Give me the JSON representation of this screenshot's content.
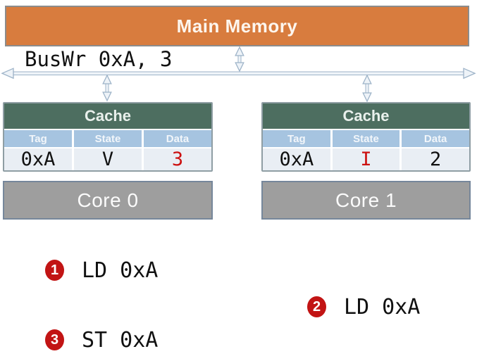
{
  "memory": {
    "label": "Main Memory"
  },
  "bus": {
    "label": "BusWr 0xA, 3"
  },
  "caches": [
    {
      "title": "Cache",
      "columns": [
        "Tag",
        "State",
        "Data"
      ],
      "row": {
        "tag": "0xA",
        "state": "V",
        "data": "3"
      },
      "highlighted_cell": "data"
    },
    {
      "title": "Cache",
      "columns": [
        "Tag",
        "State",
        "Data"
      ],
      "row": {
        "tag": "0xA",
        "state": "I",
        "data": "2"
      },
      "highlighted_cell": "state"
    }
  ],
  "cores": [
    {
      "label": "Core 0"
    },
    {
      "label": "Core 1"
    }
  ],
  "events": [
    {
      "num": "1",
      "label": "LD 0xA"
    },
    {
      "num": "2",
      "label": "LD 0xA"
    },
    {
      "num": "3",
      "label": "ST 0xA"
    }
  ],
  "colors": {
    "memory-fill": "#d87c3e",
    "memory-border": "#8c8c8c",
    "cache-header": "#4d6e60",
    "table-border": "#8f9ea4",
    "col-header": "#a6c4e0",
    "row-bg": "#e9eef4",
    "highlight-red": "#cc1111",
    "badge-red": "#c21414",
    "core-fill": "#9e9e9e",
    "core-border": "#76879b",
    "bus-stroke": "#9db3c8",
    "bus-fill": "#eef3f8"
  }
}
